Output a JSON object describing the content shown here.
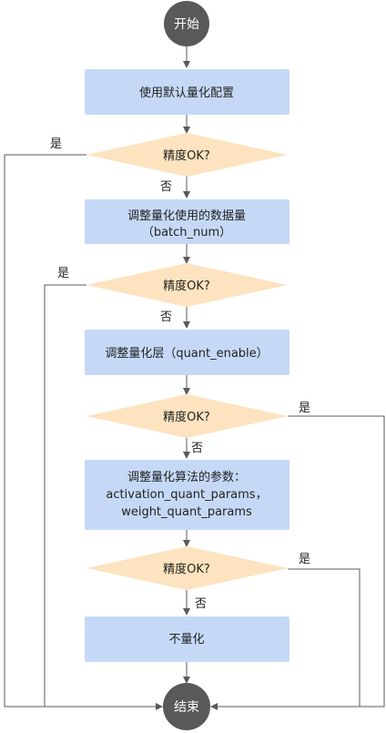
{
  "colors": {
    "terminal_fill": "#595959",
    "process_fill": "#c5d9f7",
    "decision_fill": "#fde3bf",
    "line": "#595959"
  },
  "nodes": {
    "start": "开始",
    "default_config": "使用默认量化配置",
    "check1": "精度OK?",
    "adjust_batch_line1": "调整量化使用的数据量",
    "adjust_batch_line2": "（batch_num）",
    "check2": "精度OK?",
    "adjust_layer": "调整量化层（quant_enable）",
    "check3": "精度OK?",
    "adjust_algo_line1": "调整量化算法的参数：",
    "adjust_algo_line2": "activation_quant_params，",
    "adjust_algo_line3": "weight_quant_params",
    "check4": "精度OK?",
    "no_quant": "不量化",
    "end": "结束"
  },
  "edge_labels": {
    "yes1": "是",
    "no1": "否",
    "yes2": "是",
    "no2": "否",
    "yes3": "是",
    "no3": "否",
    "yes4": "是",
    "no4": "否"
  }
}
